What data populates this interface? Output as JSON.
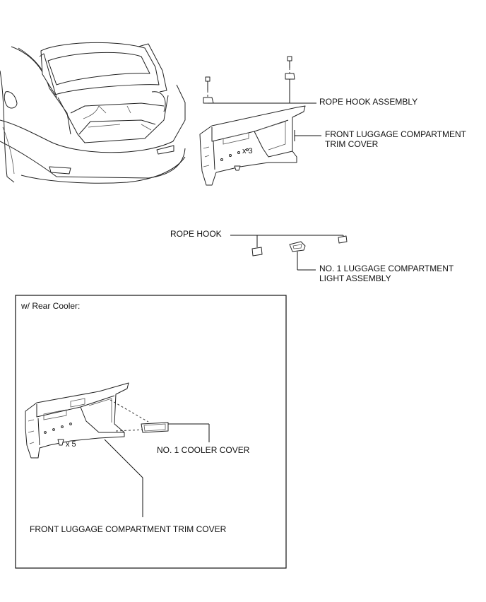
{
  "labels": {
    "rope_hook_assembly": "ROPE HOOK ASSEMBLY",
    "front_trim_cover_line1": "FRONT LUGGAGE COMPARTMENT",
    "front_trim_cover_line2": "TRIM COVER",
    "clip_count_top": "x 3",
    "rope_hook": "ROPE HOOK",
    "luggage_light_line1": "NO. 1 LUGGAGE COMPARTMENT",
    "luggage_light_line2": "LIGHT ASSEMBLY",
    "inset_title": "w/ Rear Cooler:",
    "clip_count_inset": "x 5",
    "cooler_cover": "NO. 1 COOLER COVER",
    "front_trim_cover_inset": "FRONT LUGGAGE COMPARTMENT TRIM COVER"
  }
}
